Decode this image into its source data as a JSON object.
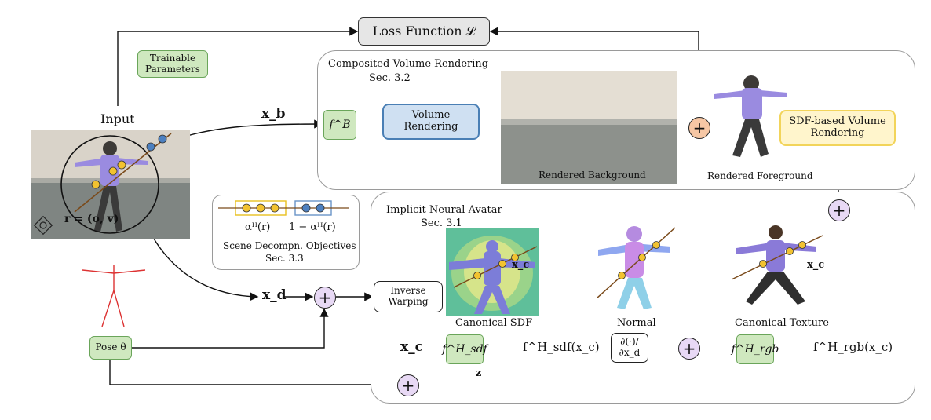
{
  "loss_label": "Loss Function 𝓛",
  "trainable_label": "Trainable Parameters",
  "input_label": "Input",
  "composited_title": "Composited Volume Rendering",
  "composited_sec": "Sec. 3.2",
  "volume_rendering_label": "Volume Rendering",
  "rendered_background_label": "Rendered Background",
  "rendered_foreground_label": "Rendered Foreground",
  "sdf_render_label": "SDF-based Volume Rendering",
  "avatar_title": "Implicit Neural Avatar",
  "avatar_sec": "Sec. 3.1",
  "scene_title": "Scene Decompn. Objectives",
  "scene_sec": "Sec. 3.3",
  "alpha_label": "αᴴ(r)",
  "one_minus_alpha_label": "1 − αᴴ(r)",
  "inverse_warping_label": "Inverse Warping",
  "canonical_sdf_label": "Canonical SDF",
  "normal_label": "Normal",
  "canonical_texture_label": "Canonical Texture",
  "pose_label": "Pose θ",
  "ray_label": "r = (o, v)",
  "xb_label": "x_b",
  "xd_label": "x_d",
  "xc_label": "x_c",
  "z_label": "z",
  "fb_label": "f^B",
  "fsdf_net_label": "f^H_sdf",
  "frgb_net_label": "f^H_rgb",
  "fsdf_out_label": "f^H_sdf(x_c)",
  "frgb_out_label": "f^H_rgb(x_c)",
  "deriv_label": "∂(·)/∂x_d",
  "colors": {
    "green": "#cfe8bf",
    "blue": "#cfe0f2",
    "yellow": "#fff5cc",
    "purple": "#e8d9f5",
    "orange": "#f6c7a5",
    "gray": "#e6e6e6"
  }
}
